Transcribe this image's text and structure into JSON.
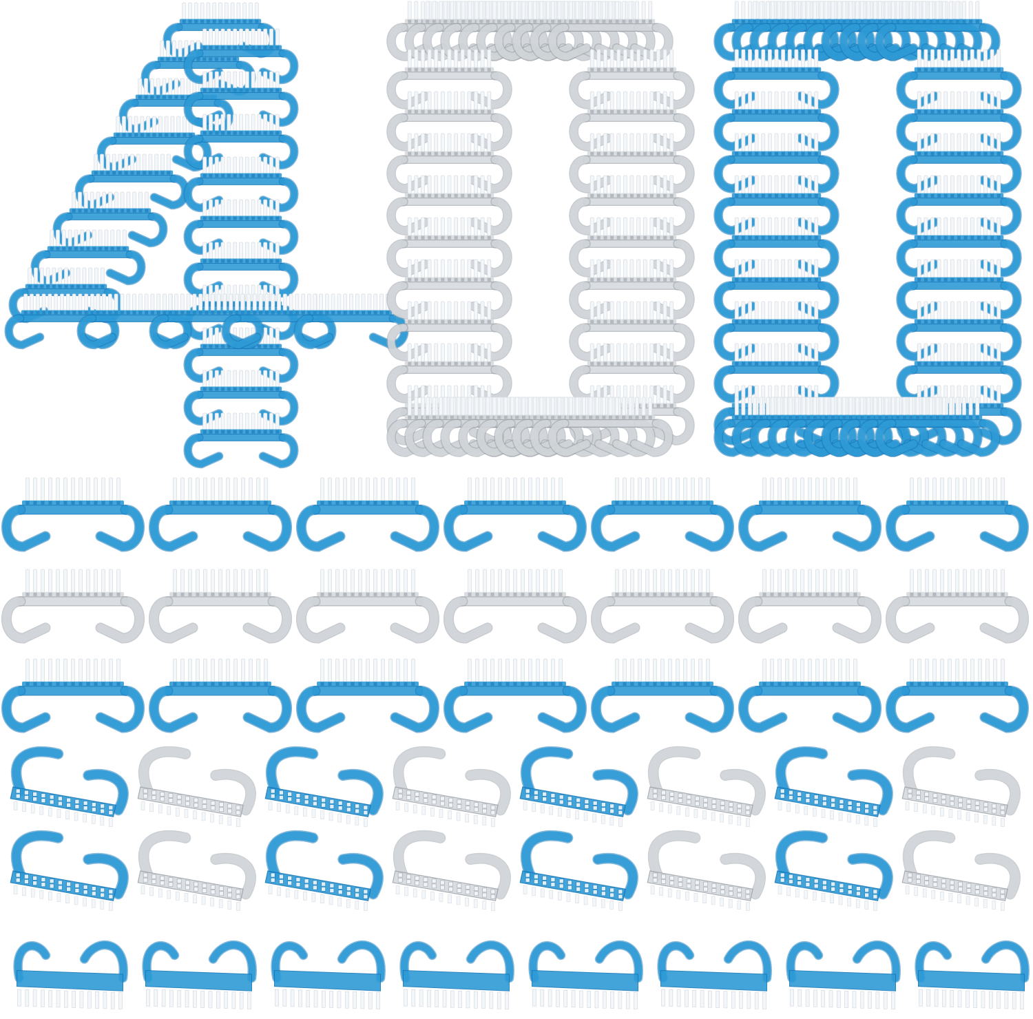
{
  "product": {
    "colors": {
      "blue": "#2f9bd6",
      "blue_dark": "#1577b8",
      "clear": "#d4d8dc",
      "clear_dark": "#9aa1a8",
      "bristle": "#f4f7fa"
    }
  },
  "hero": {
    "arrangements": [
      {
        "shape": "digit",
        "glyph": "4",
        "color": "blue"
      },
      {
        "shape": "digit",
        "glyph": "0",
        "color": "clear"
      },
      {
        "shape": "digit",
        "glyph": "0",
        "color": "blue"
      }
    ]
  },
  "grid": {
    "rows": [
      {
        "view": "front",
        "color": "blue",
        "count": 7
      },
      {
        "view": "front",
        "color": "clear",
        "count": 7
      },
      {
        "view": "front",
        "color": "blue",
        "count": 7
      },
      {
        "view": "tilted",
        "colors": [
          "blue",
          "clear",
          "blue",
          "clear",
          "blue",
          "clear",
          "blue",
          "clear"
        ],
        "count": 8
      },
      {
        "view": "tilted",
        "colors": [
          "blue",
          "clear",
          "blue",
          "clear",
          "blue",
          "clear",
          "blue",
          "clear"
        ],
        "count": 8
      },
      {
        "view": "flat",
        "color": "blue",
        "count": 8
      }
    ]
  }
}
